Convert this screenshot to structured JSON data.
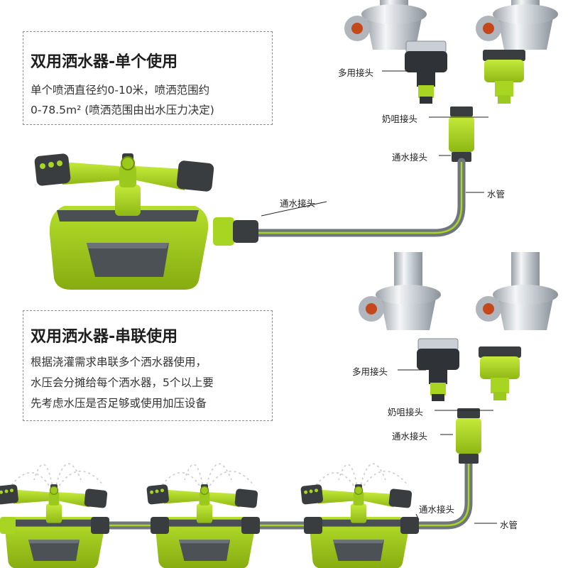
{
  "section_single": {
    "title": "双用洒水器-单个使用",
    "lines": [
      "单个喷洒直径约0-10米，喷洒范围约",
      "0-78.5m² (喷洒范围由出水压力决定)"
    ]
  },
  "section_series": {
    "title": "双用洒水器-串联使用",
    "lines": [
      "根据浇灌需求串联多个洒水器使用，",
      "水压会分摊给每个洒水器，5个以上要",
      "先考虑水压是否足够或使用加压设备"
    ]
  },
  "labels_top": {
    "multi_adapter": "多用接头",
    "nipple_adapter": "奶咀接头",
    "connector_upper": "通水接头",
    "connector_left": "通水接头",
    "hose": "水管"
  },
  "labels_bottom": {
    "multi_adapter": "多用接头",
    "nipple_adapter": "奶咀接头",
    "connector_upper": "通水接头",
    "connector_lower": "通水接头",
    "hose": "水管"
  },
  "colors": {
    "lime": "#a8d422",
    "dark_lime": "#86ad12",
    "charcoal": "#3a3d40",
    "hose_gray": "#7a8088",
    "chrome": "#cfd4d9"
  }
}
